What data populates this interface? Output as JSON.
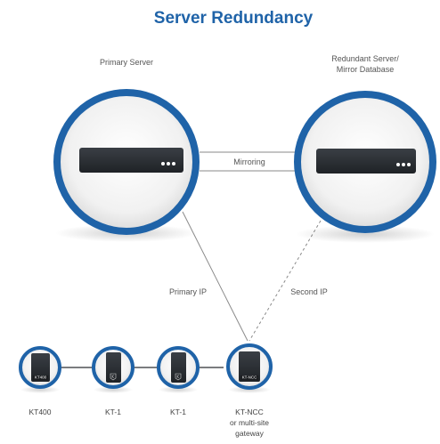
{
  "title": "Server Redundancy",
  "colors": {
    "ring": "#1f63a8",
    "title": "#1f63a8",
    "device": "#2b2f33",
    "disk": "#f2f2f2",
    "line": "#8a8a8a"
  },
  "servers": {
    "primary": {
      "label": "Primary Server",
      "icon": "server-unit-icon"
    },
    "redundant": {
      "label_line1": "Redundant Server/",
      "label_line2": "Mirror Database",
      "icon": "server-unit-icon"
    }
  },
  "links": {
    "mirroring": "Mirroring",
    "primary_ip": "Primary IP",
    "second_ip": "Second IP"
  },
  "devices": [
    {
      "label": "KT400",
      "badge": "KT400",
      "icon": "kt400-controller-icon"
    },
    {
      "label": "KT-1",
      "badge": "",
      "icon": "kt1-controller-icon"
    },
    {
      "label": "KT-1",
      "badge": "",
      "icon": "kt1-controller-icon"
    },
    {
      "label_line1": "KT-NCC",
      "label_line2": "or multi-site",
      "label_line3": "gateway",
      "badge": "KT-NCC",
      "icon": "kt-ncc-controller-icon"
    }
  ]
}
